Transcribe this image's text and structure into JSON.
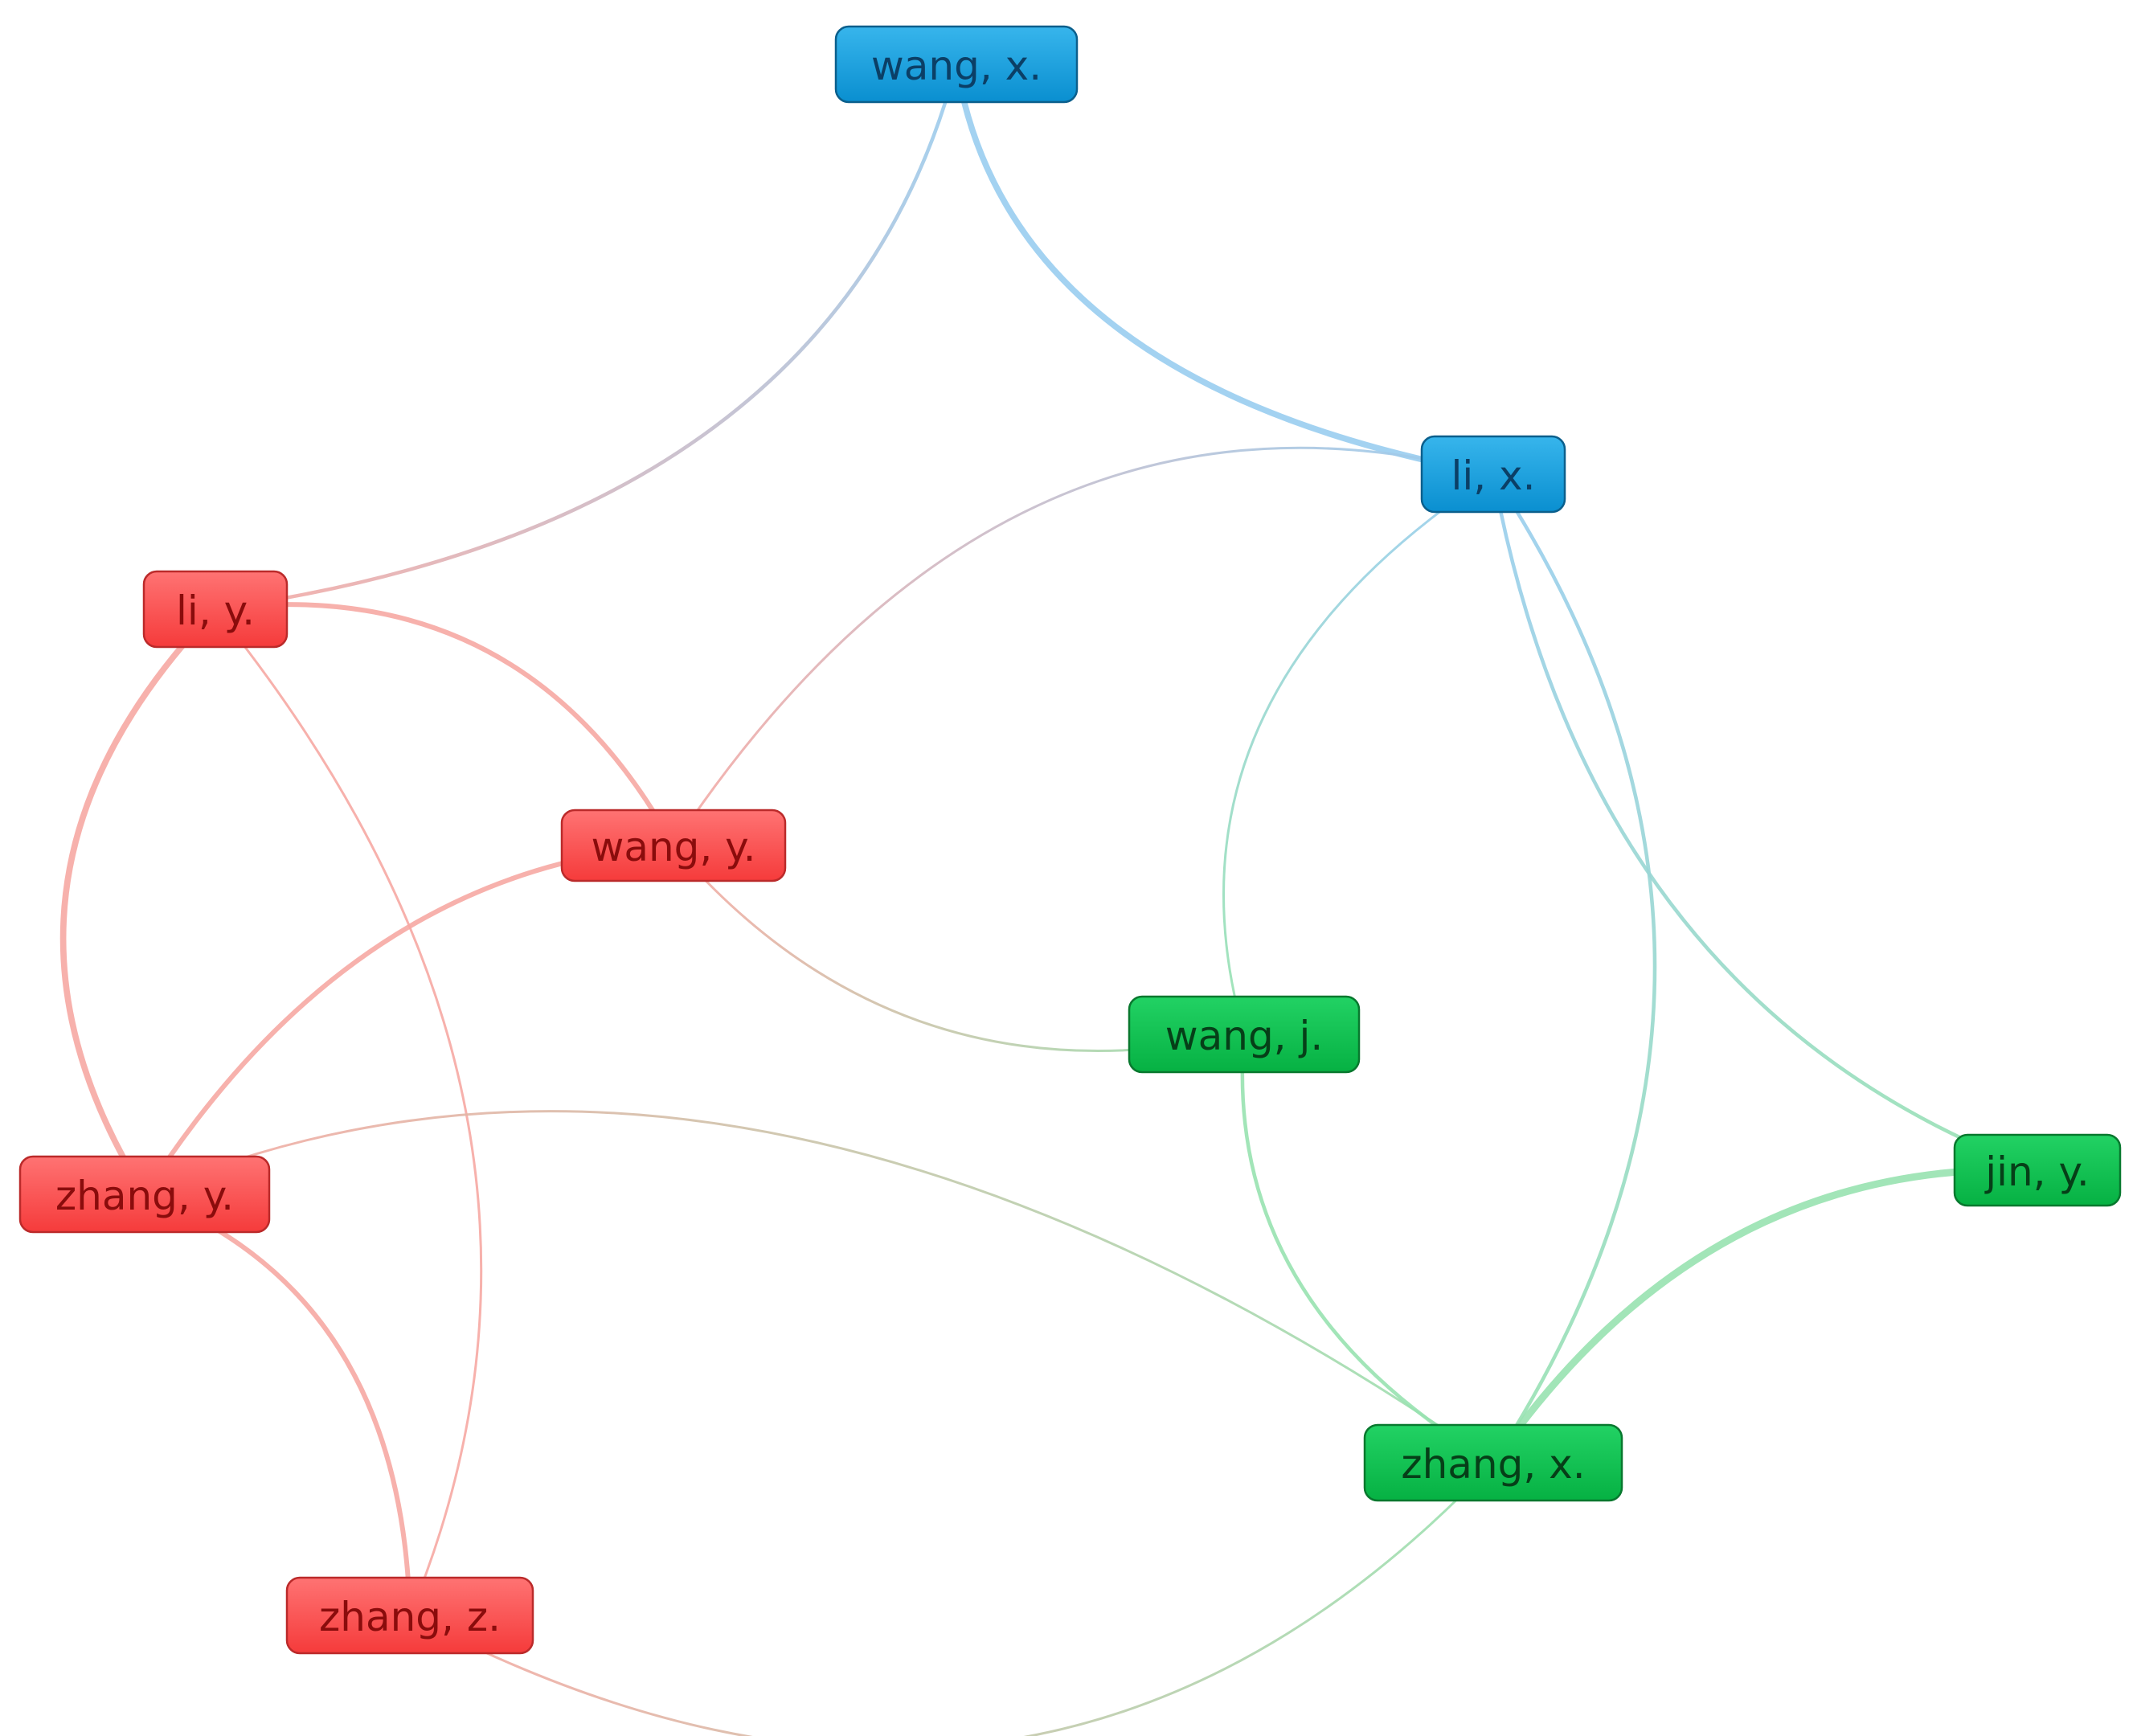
{
  "clusters": {
    "blue": {
      "fill_top": "#37b5ec",
      "fill_bottom": "#0a8fd0",
      "stroke": "#0b5f8c",
      "text": "#0b3f66",
      "link": "#99cdef"
    },
    "red": {
      "fill_top": "#ff7373",
      "fill_bottom": "#f53b3b",
      "stroke": "#bb2a2a",
      "text": "#8a0c0c",
      "link": "#f6a9a3"
    },
    "green": {
      "fill_top": "#22d264",
      "fill_bottom": "#06b143",
      "stroke": "#08782e",
      "text": "#063f18",
      "link": "#98e2b0"
    }
  },
  "nodes": [
    {
      "id": "wang_x",
      "label": "wang, x.",
      "cluster": "blue"
    },
    {
      "id": "li_x",
      "label": "li, x.",
      "cluster": "blue"
    },
    {
      "id": "li_y",
      "label": "li, y.",
      "cluster": "red"
    },
    {
      "id": "wang_y",
      "label": "wang, y.",
      "cluster": "red"
    },
    {
      "id": "zhang_y",
      "label": "zhang, y.",
      "cluster": "red"
    },
    {
      "id": "zhang_z",
      "label": "zhang, z.",
      "cluster": "red"
    },
    {
      "id": "wang_j",
      "label": "wang, j.",
      "cluster": "green"
    },
    {
      "id": "jin_y",
      "label": "jin, y.",
      "cluster": "green"
    },
    {
      "id": "zhang_x",
      "label": "zhang, x.",
      "cluster": "green"
    }
  ],
  "links": [
    {
      "source": "wang_x",
      "target": "li_x",
      "strength": 4
    },
    {
      "source": "wang_x",
      "target": "li_y",
      "strength": 2
    },
    {
      "source": "li_x",
      "target": "wang_y",
      "strength": 1
    },
    {
      "source": "li_x",
      "target": "wang_j",
      "strength": 1
    },
    {
      "source": "li_x",
      "target": "jin_y",
      "strength": 2
    },
    {
      "source": "li_x",
      "target": "zhang_x",
      "strength": 2
    },
    {
      "source": "li_y",
      "target": "wang_y",
      "strength": 3
    },
    {
      "source": "li_y",
      "target": "zhang_y",
      "strength": 4
    },
    {
      "source": "li_y",
      "target": "zhang_z",
      "strength": 1
    },
    {
      "source": "wang_y",
      "target": "zhang_y",
      "strength": 3
    },
    {
      "source": "wang_y",
      "target": "wang_j",
      "strength": 1
    },
    {
      "source": "zhang_y",
      "target": "zhang_z",
      "strength": 3
    },
    {
      "source": "zhang_y",
      "target": "zhang_x",
      "strength": 1
    },
    {
      "source": "zhang_z",
      "target": "zhang_x",
      "strength": 1
    },
    {
      "source": "wang_j",
      "target": "zhang_x",
      "strength": 2
    },
    {
      "source": "jin_y",
      "target": "zhang_x",
      "strength": 5
    }
  ]
}
